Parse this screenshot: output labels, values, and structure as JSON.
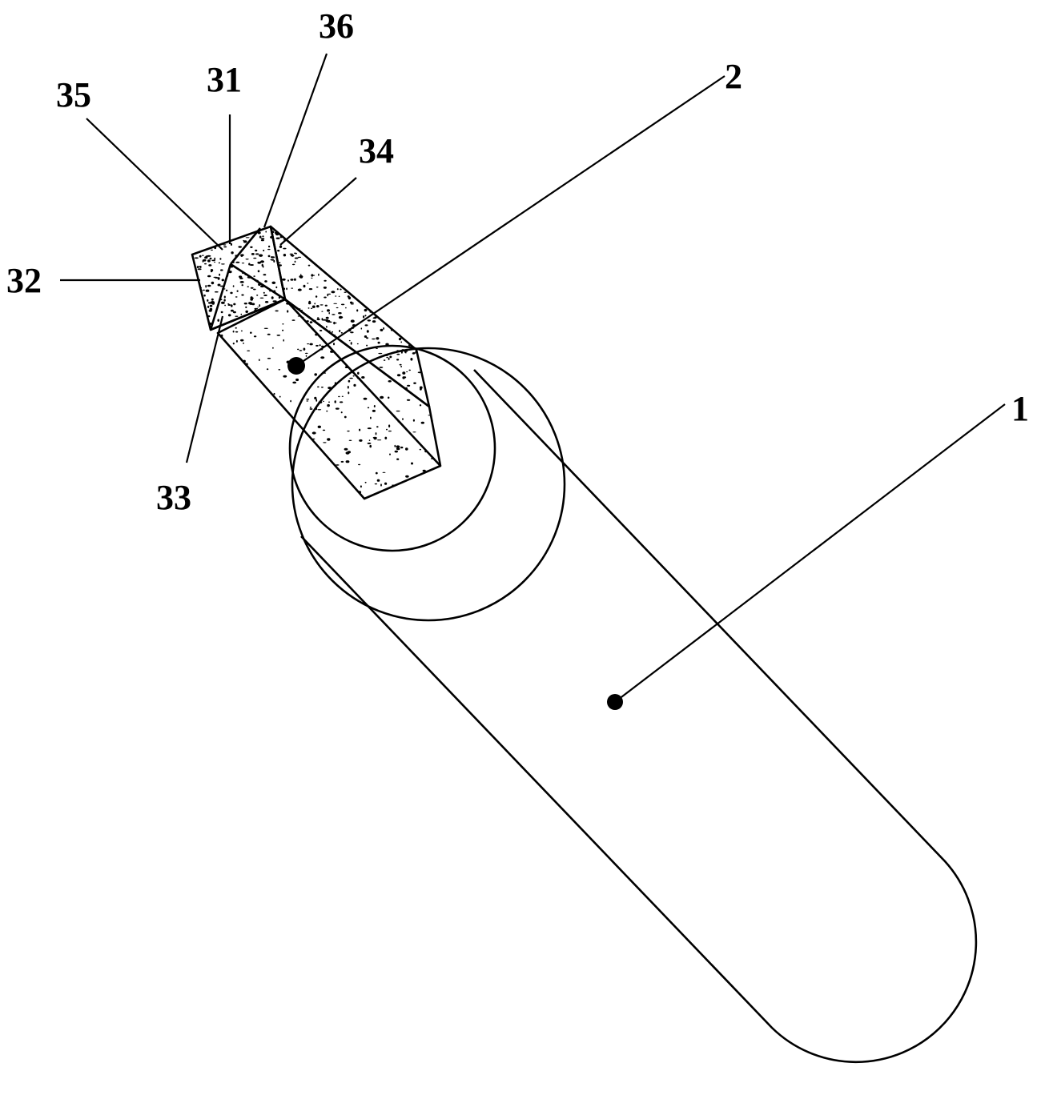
{
  "figure": {
    "labels": {
      "l1": "1",
      "l2": "2",
      "l31": "31",
      "l32": "32",
      "l33": "33",
      "l34": "34",
      "l35": "35",
      "l36": "36"
    },
    "colors": {
      "line": "#000000",
      "background": "#ffffff"
    }
  }
}
